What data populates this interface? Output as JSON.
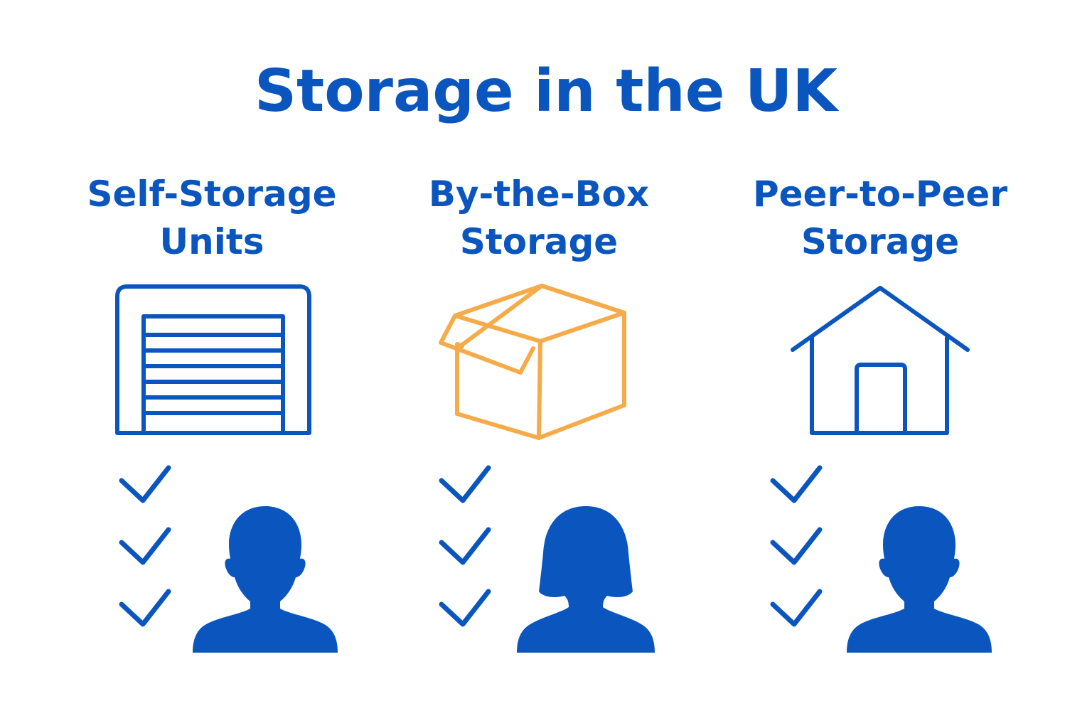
{
  "title": "Storage in the UK",
  "colors": {
    "primary_blue": "#0a56be",
    "box_orange": "#f6ab4a",
    "background": "#ffffff"
  },
  "columns": [
    {
      "heading_lines": [
        "Self-Storage",
        "Units"
      ],
      "icon": "garage-door-icon",
      "checks": 3,
      "person": "male-person-icon"
    },
    {
      "heading_lines": [
        "By-the-Box",
        "Storage"
      ],
      "icon": "open-box-icon",
      "checks": 3,
      "person": "female-person-icon"
    },
    {
      "heading_lines": [
        "Peer-to-Peer",
        "Storage"
      ],
      "icon": "house-icon",
      "checks": 3,
      "person": "male-person-icon"
    }
  ]
}
